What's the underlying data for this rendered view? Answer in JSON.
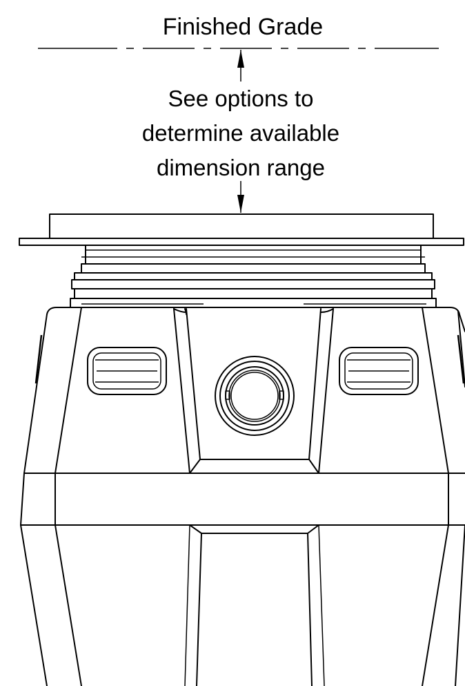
{
  "labels": {
    "finished_grade": "Finished Grade",
    "options_line1": "See options to",
    "options_line2": "determine available",
    "options_line3": "dimension range"
  },
  "colors": {
    "stroke": "#000000",
    "background": "#ffffff"
  }
}
